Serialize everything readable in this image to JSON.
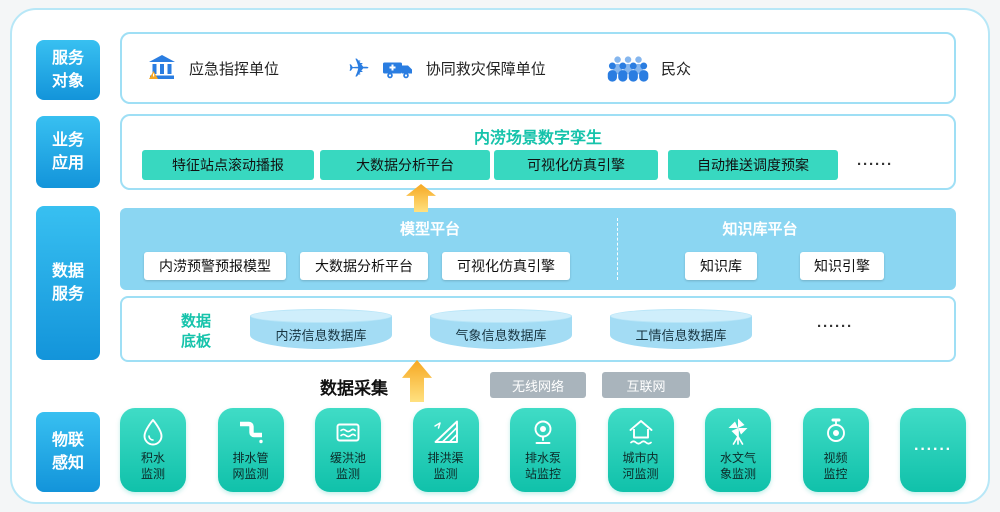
{
  "sidebar": {
    "service_objects": {
      "line1": "服务",
      "line2": "对象"
    },
    "business_apps": {
      "line1": "业务",
      "line2": "应用"
    },
    "data_services": {
      "line1": "数据",
      "line2": "服务"
    },
    "iot": {
      "line1": "物联",
      "line2": "感知"
    }
  },
  "service_objects": {
    "items": [
      {
        "label": "应急指挥单位",
        "icon": "government-building-icon"
      },
      {
        "label": "协同救灾保障单位",
        "icon": "airplane-ambulance-icon"
      },
      {
        "label": "民众",
        "icon": "crowd-icon"
      }
    ]
  },
  "business_apps": {
    "title": "内涝场景数字孪生",
    "buttons": [
      "特征站点滚动播报",
      "大数据分析平台",
      "可视化仿真引擎",
      "自动推送调度预案"
    ],
    "more": "······"
  },
  "data_services": {
    "model_platform": {
      "title": "模型平台",
      "items": [
        "内涝预警预报模型",
        "大数据分析平台",
        "可视化仿真引擎"
      ]
    },
    "knowledge_platform": {
      "title": "知识库平台",
      "items": [
        "知识库",
        "知识引擎"
      ]
    },
    "data_base": {
      "title": {
        "line1": "数据",
        "line2": "底板"
      },
      "databases": [
        "内涝信息数据库",
        "气象信息数据库",
        "工情信息数据库"
      ],
      "more": "······"
    }
  },
  "collection": {
    "title": "数据采集",
    "networks": [
      "无线网络",
      "互联网"
    ]
  },
  "iot": {
    "items": [
      {
        "line1": "积水",
        "line2": "监测",
        "icon": "water-drop-icon"
      },
      {
        "line1": "排水管",
        "line2": "网监测",
        "icon": "drain-pipe-icon"
      },
      {
        "line1": "缓洪池",
        "line2": "监测",
        "icon": "detention-pool-icon"
      },
      {
        "line1": "排洪渠",
        "line2": "监测",
        "icon": "flood-channel-icon"
      },
      {
        "line1": "排水泵",
        "line2": "站监控",
        "icon": "pump-station-camera-icon"
      },
      {
        "line1": "城市内",
        "line2": "河监测",
        "icon": "urban-river-icon"
      },
      {
        "line1": "水文气",
        "line2": "象监测",
        "icon": "weather-windmill-icon"
      },
      {
        "line1": "视频",
        "line2": "监控",
        "icon": "video-camera-icon"
      }
    ],
    "more": "······"
  },
  "colors": {
    "sidebar_blue": "#23a8e6",
    "app_teal": "#38d8c0",
    "title_teal": "#16c3ab",
    "platform_blue": "#8bd6f2",
    "cylinder_blue": "#a3dcf4",
    "network_gray": "#a9b4bc",
    "arrow_yellow": "#fbc02d",
    "icon_blue": "#2a7de1"
  }
}
